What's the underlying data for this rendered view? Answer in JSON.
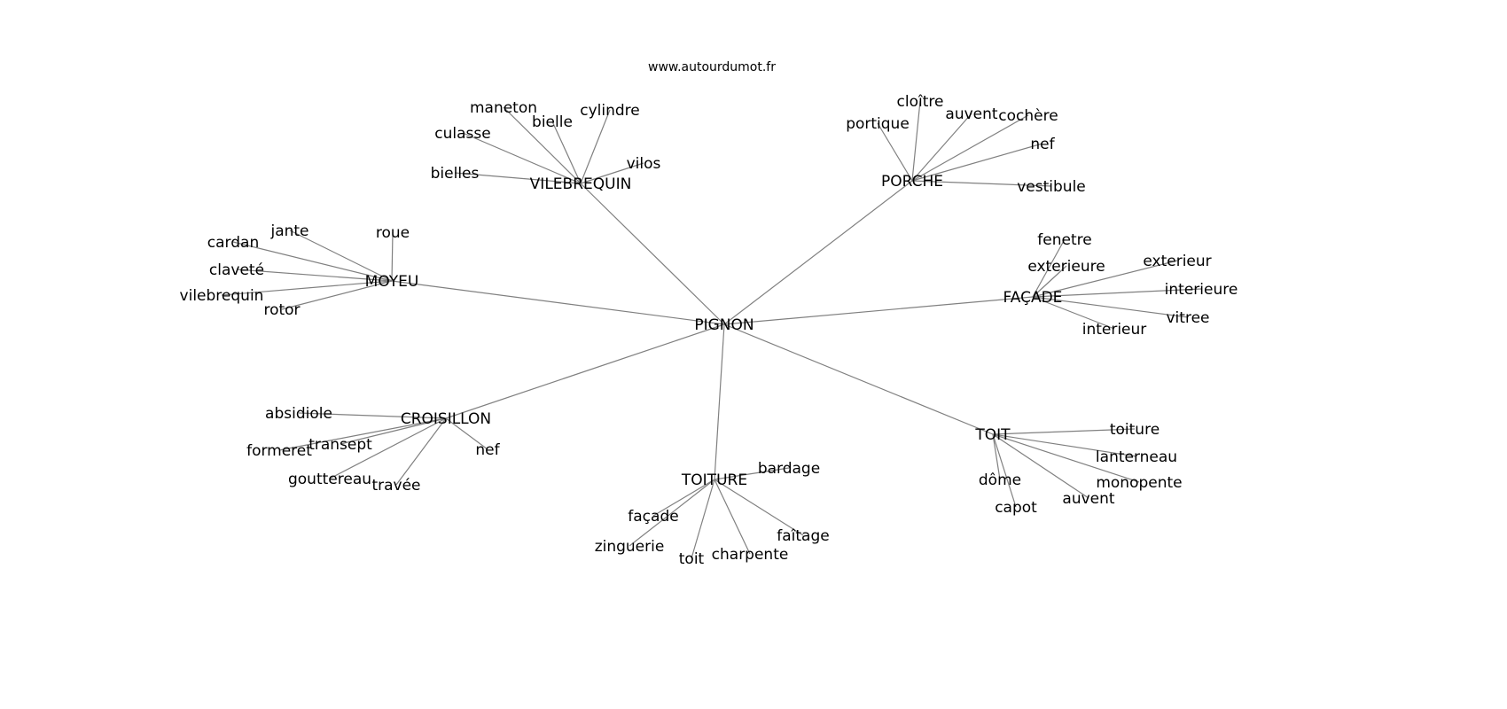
{
  "title": "www.autourdumot.fr",
  "root": "PIGNON",
  "hubs": [
    {
      "label": "VILEBREQUIN",
      "children": [
        "maneton",
        "bielle",
        "cylindre",
        "culasse",
        "bielles",
        "vilos"
      ]
    },
    {
      "label": "PORCHE",
      "children": [
        "cloître",
        "portique",
        "auvent",
        "cochère",
        "nef",
        "vestibule"
      ]
    },
    {
      "label": "MOYEU",
      "children": [
        "jante",
        "roue",
        "cardan",
        "claveté",
        "vilebrequin",
        "rotor"
      ]
    },
    {
      "label": "FAÇADE",
      "children": [
        "fenetre",
        "exterieure",
        "exterieur",
        "interieure",
        "vitree",
        "interieur"
      ]
    },
    {
      "label": "CROISILLON",
      "children": [
        "absidiole",
        "formeret",
        "transept",
        "gouttereau",
        "travée",
        "nef"
      ]
    },
    {
      "label": "TOITURE",
      "children": [
        "bardage",
        "façade",
        "faîtage",
        "zinguerie",
        "toit",
        "charpente"
      ]
    },
    {
      "label": "TOIT",
      "children": [
        "toiture",
        "lanterneau",
        "monopente",
        "dôme",
        "capot",
        "auvent"
      ]
    }
  ],
  "colors": {
    "edge": "#808080",
    "text": "#000000",
    "background": "#ffffff"
  }
}
